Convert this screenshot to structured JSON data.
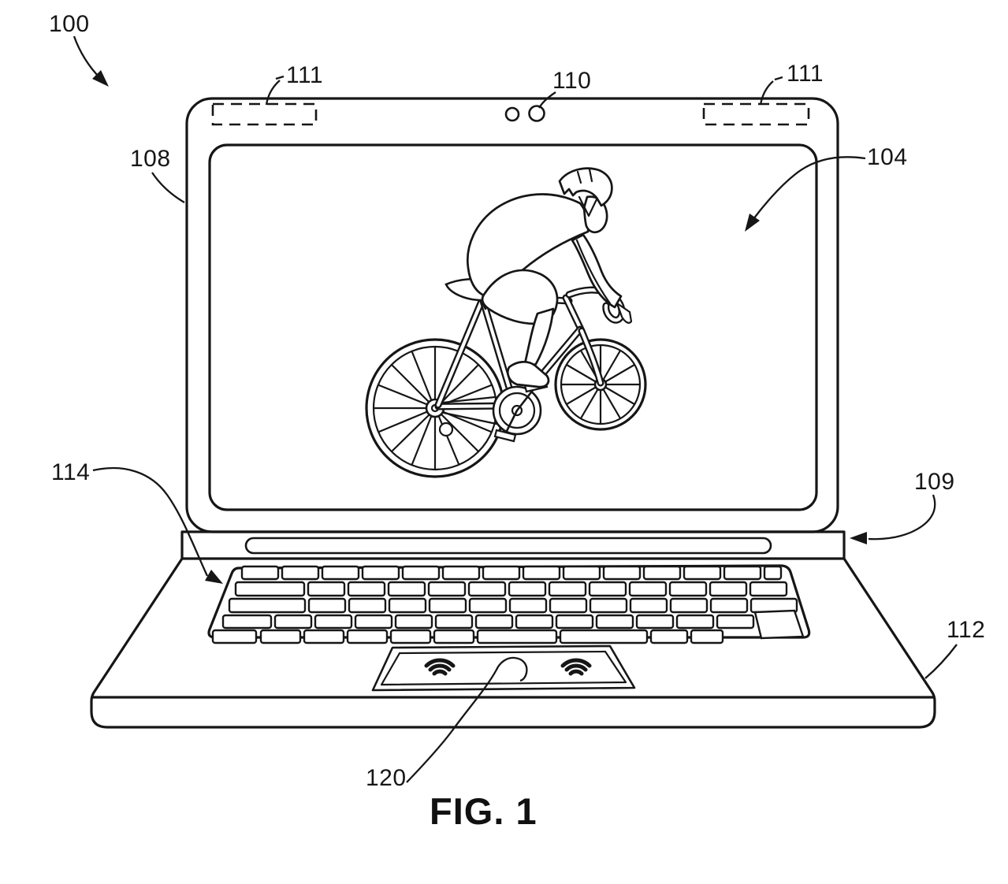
{
  "figure": {
    "caption": "FIG. 1",
    "labels": {
      "system": "100",
      "antenna_left": "111",
      "camera": "110",
      "antenna_right": "111",
      "bezel": "108",
      "display": "104",
      "keyboard": "114",
      "hinge": "109",
      "base": "112",
      "touch_sensor": "120"
    },
    "colors": {
      "line": "#161616",
      "background": "#ffffff"
    }
  }
}
